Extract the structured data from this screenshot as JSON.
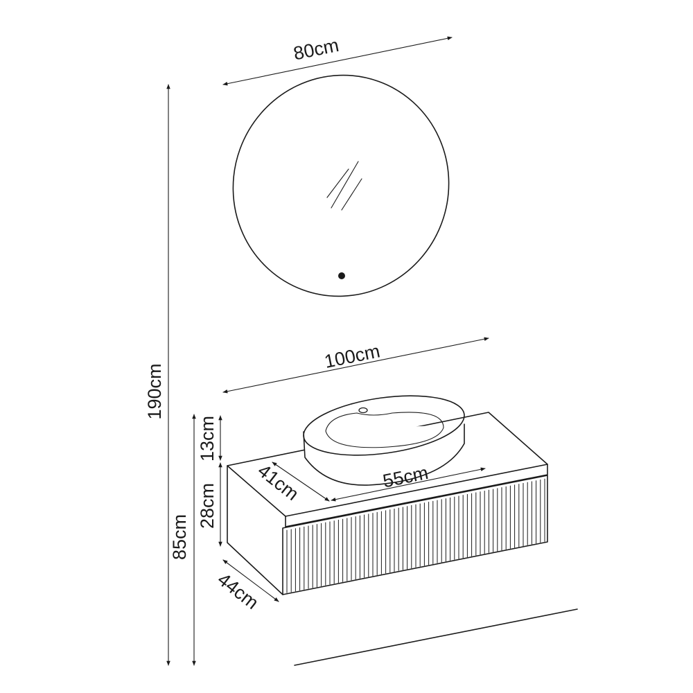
{
  "dimensions": {
    "mirror_width": "80cm",
    "cabinet_width": "100cm",
    "total_height": "190cm",
    "basin_height": "13cm",
    "cabinet_height": "28cm",
    "mount_height": "85cm",
    "basin_depth": "41cm",
    "basin_width": "55cm",
    "cabinet_depth": "44cm"
  },
  "colors": {
    "line": "#1a1a1a",
    "background": "#ffffff"
  }
}
